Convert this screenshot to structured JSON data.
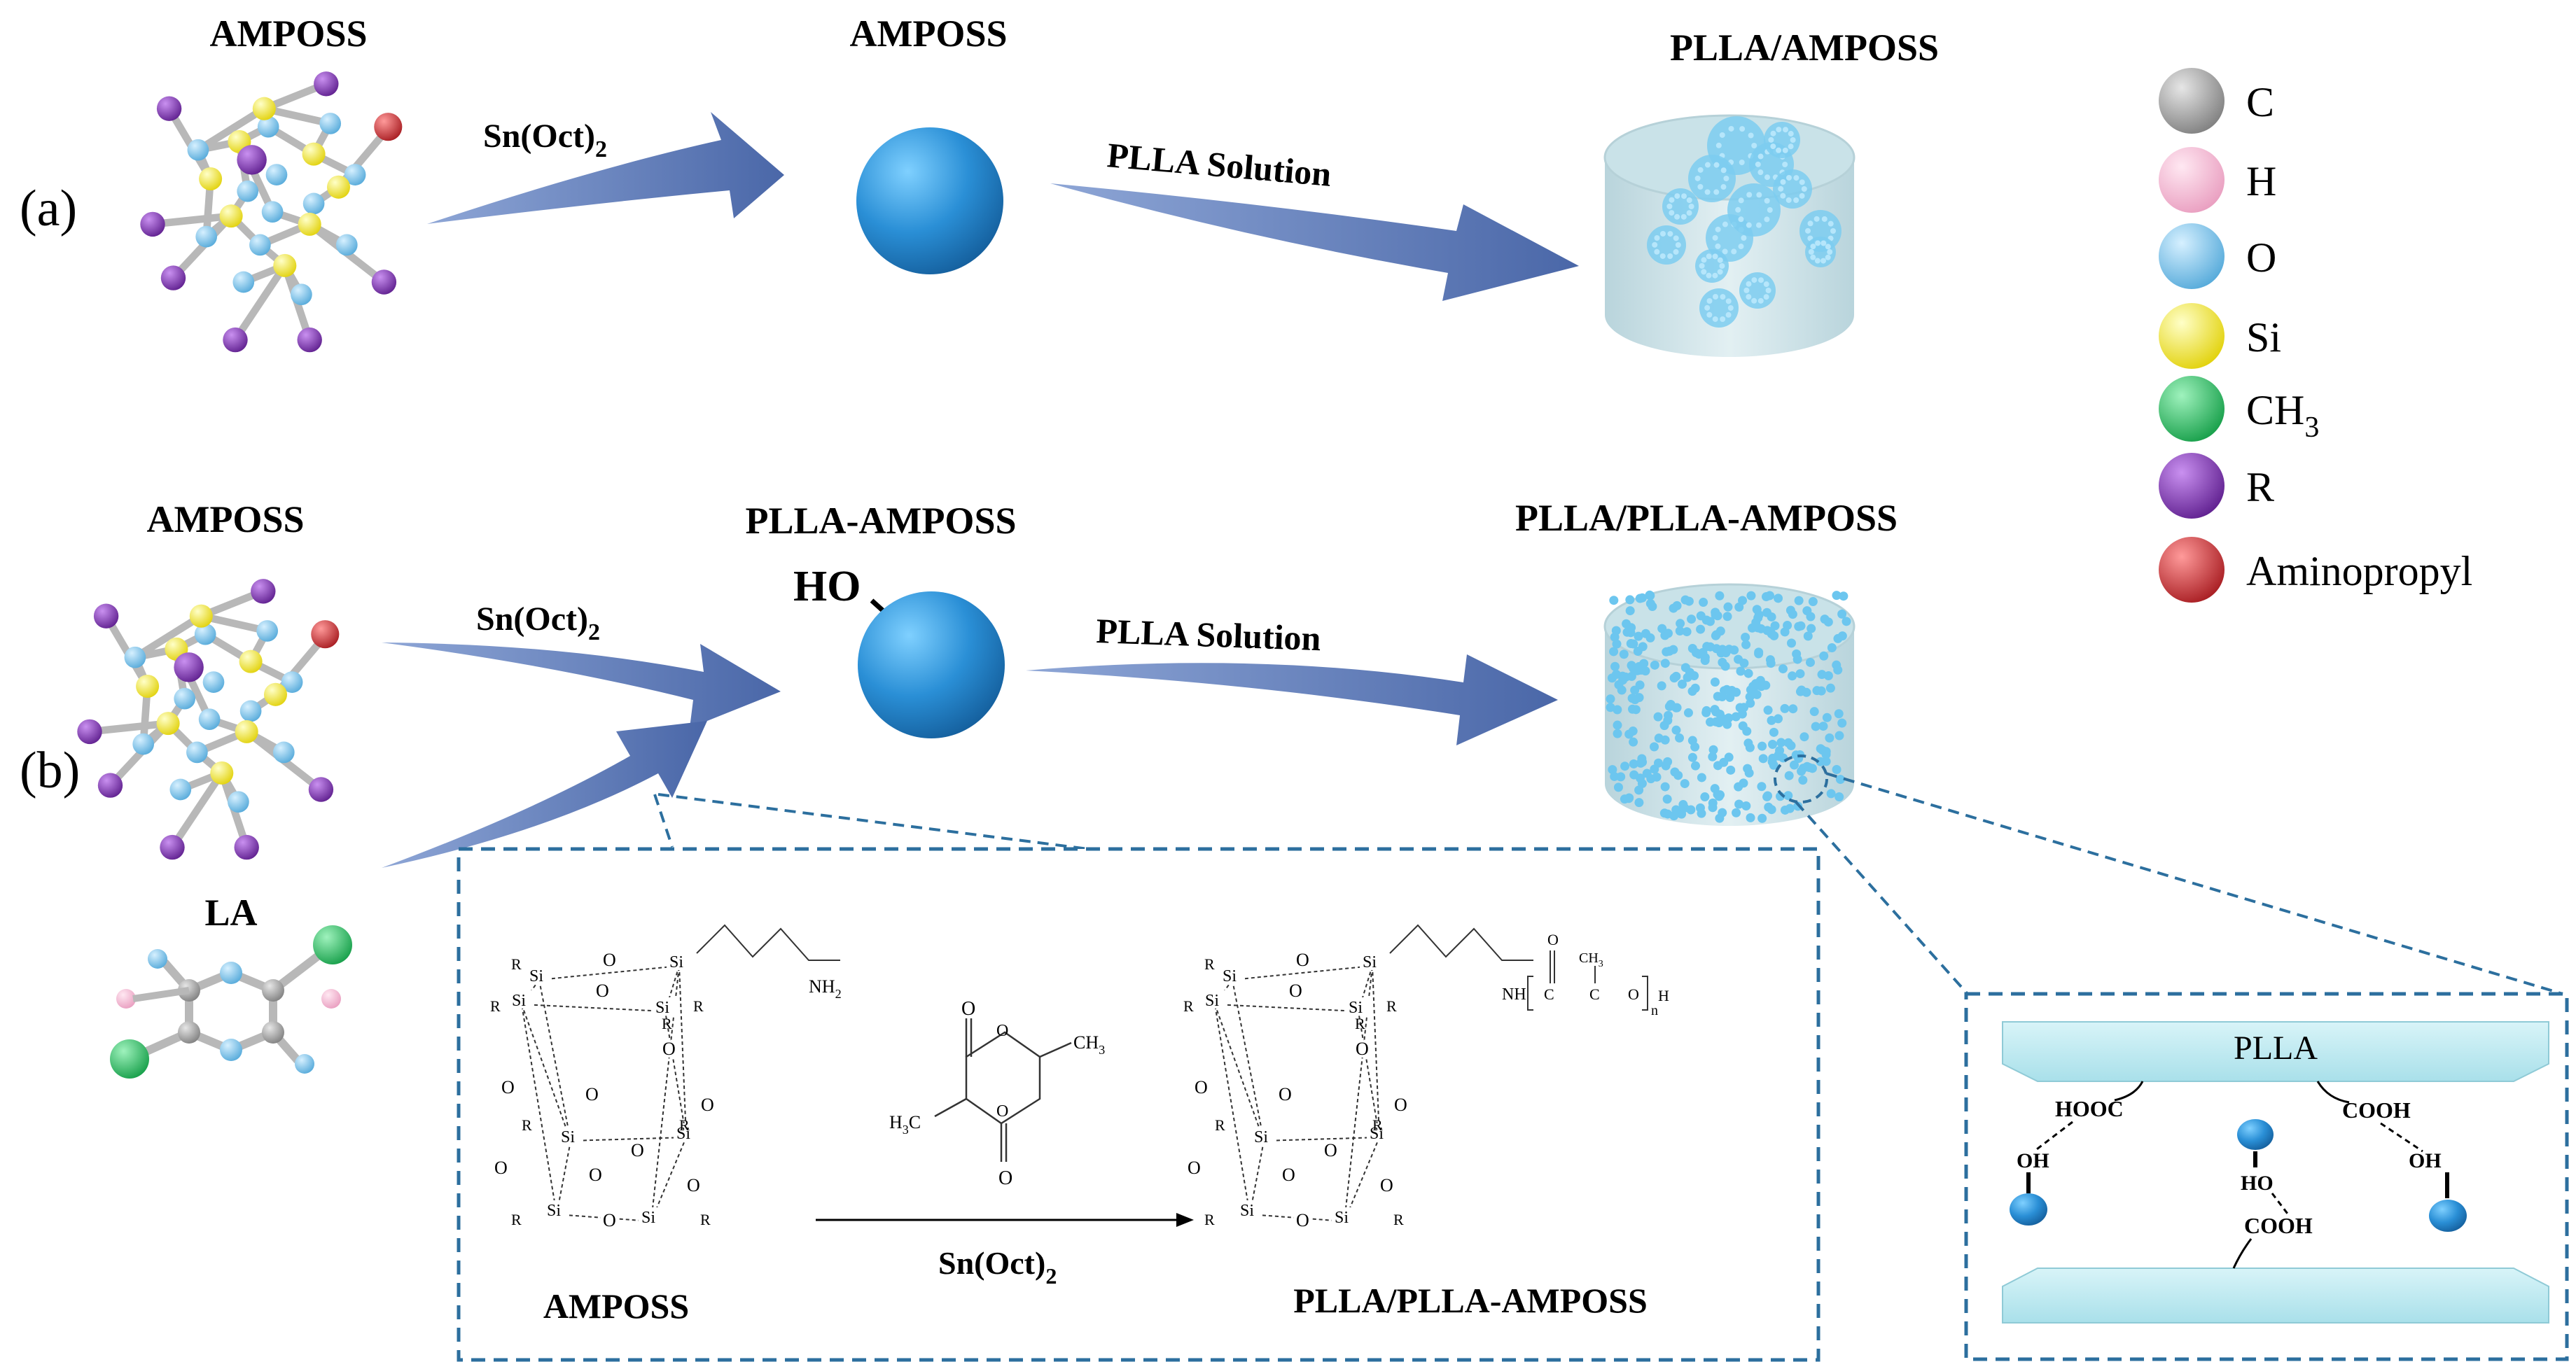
{
  "row_a": {
    "label": "(a)",
    "molecule_title": "AMPOSS",
    "sphere_title": "AMPOSS",
    "catalyst": "Sn(Oct)",
    "catalyst_sub": "2",
    "solution": "PLLA Solution",
    "product_title": "PLLA/AMPOSS"
  },
  "row_b": {
    "label": "(b)",
    "molecule_title": "AMPOSS",
    "la_title": "LA",
    "sphere_title": "PLLA-AMPOSS",
    "ho_label": "HO",
    "catalyst": "Sn(Oct)",
    "catalyst_sub": "2",
    "solution": "PLLA Solution",
    "product_title": "PLLA/PLLA-AMPOSS"
  },
  "legend": [
    {
      "label": "C",
      "sub": "",
      "color": "#9a9a9a"
    },
    {
      "label": "H",
      "sub": "",
      "color": "#f4b8d2"
    },
    {
      "label": "O",
      "sub": "",
      "color": "#7cc2ea"
    },
    {
      "label": "Si",
      "sub": "",
      "color": "#f5ea22"
    },
    {
      "label": "CH",
      "sub": "3",
      "color": "#1fc25a"
    },
    {
      "label": "R",
      "sub": "",
      "color": "#7b2fb0"
    },
    {
      "label": "Aminopropyl",
      "sub": "",
      "color": "#d8252a"
    }
  ],
  "reaction_box": {
    "reactant_label": "AMPOSS",
    "product_label": "PLLA/PLLA-AMPOSS",
    "catalyst": "Sn(Oct)",
    "catalyst_sub": "2",
    "atom_si": "Si",
    "atom_o": "O",
    "atom_r": "R",
    "nh2": "NH",
    "nh2_sub": "2",
    "nh": "NH",
    "lactide_ch3": "CH",
    "lactide_ch3_sub": "3",
    "lactide_h3c": "H",
    "lactide_h3c_sub": "3",
    "lactide_h3c_c": "C",
    "chain_c": "C",
    "chain_h": "H",
    "chain_n": "n",
    "chain_ch3": "CH",
    "chain_ch3_sub": "3"
  },
  "interface_box": {
    "top_layer": "PLLA",
    "hooc": "HOOC",
    "cooh_right": "COOH",
    "oh_left": "OH",
    "ho_mid": "HO",
    "oh_right": "OH",
    "cooh_bottom": "COOH"
  },
  "colors": {
    "arrow": "#5b78b5",
    "sphere": "#2a8fd6",
    "dashed": "#2c6f9e",
    "cylinder": "#cfe4ea",
    "layer": "#bfe9f1"
  }
}
